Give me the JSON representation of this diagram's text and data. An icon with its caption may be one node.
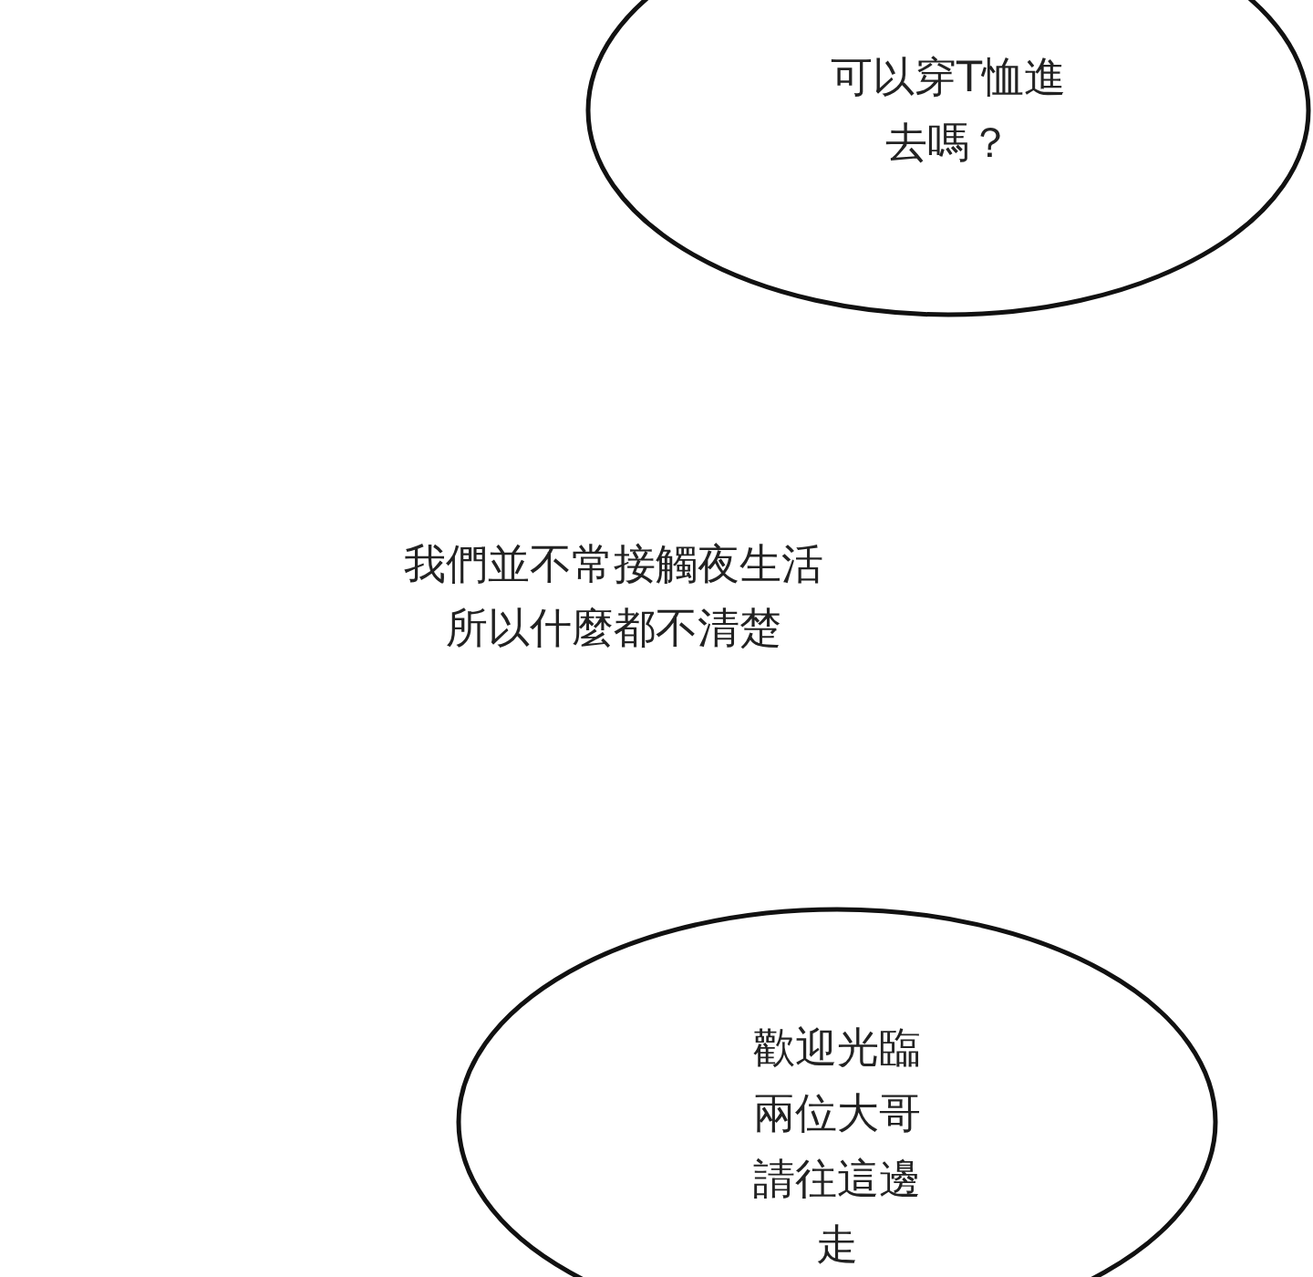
{
  "diagram": {
    "nodes": [
      {
        "text": [
          "可以穿T恤進去嗎？"
        ]
      },
      {
        "text": [
          "歡迎光臨兩位大哥請往這邊走"
        ]
      }
    ],
    "labels": [
      "我們並不常接觸夜生活所以什麼都不清楚"
    ]
  }
}
